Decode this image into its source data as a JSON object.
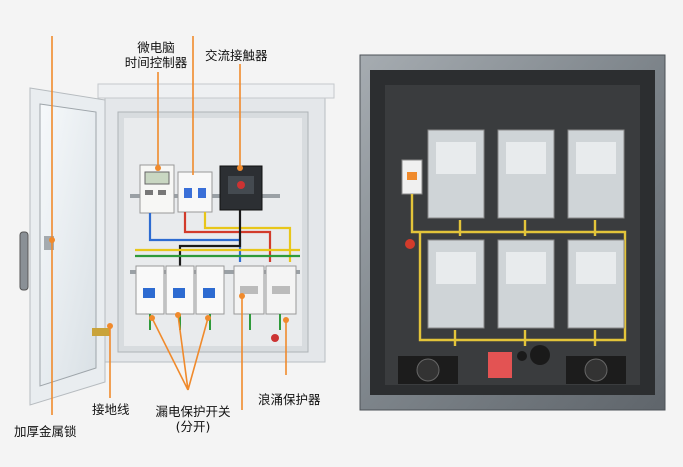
{
  "labels": {
    "microcomputer": [
      "微电脑",
      "时间控制器"
    ],
    "contactor": "交流接触器",
    "ground_wire": "接地线",
    "lock": "加厚金属锁",
    "leakage": [
      "漏电保护开关",
      "(分开)"
    ],
    "surge": "浪涌保护器"
  },
  "colors": {
    "pointer": "#f08a2c",
    "cabinet": "#e6e9ec",
    "steel": "#8d9399"
  }
}
